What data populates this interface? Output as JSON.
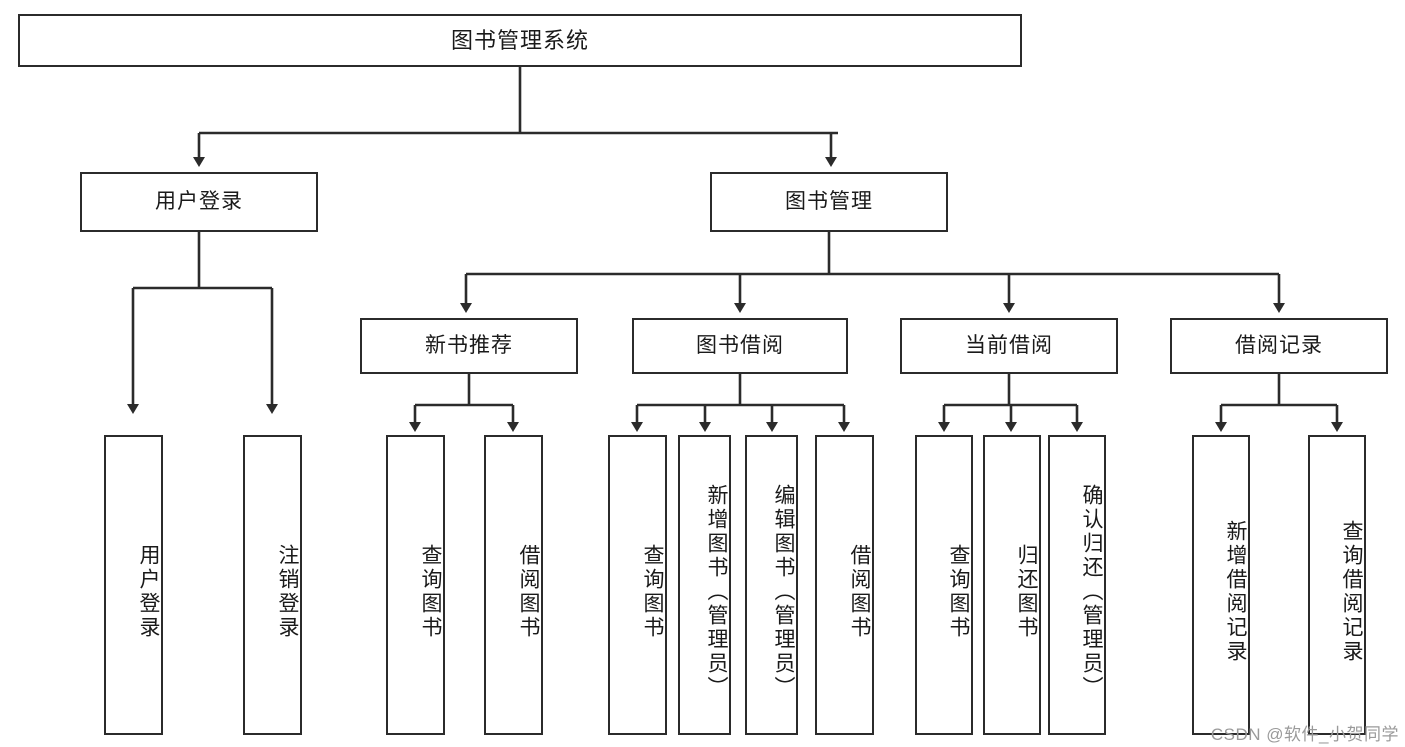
{
  "diagram": {
    "title": "图书管理系统",
    "type": "tree-hierarchy",
    "watermark": "CSDN @软件_小贺同学",
    "colors": {
      "stroke": "#2b2b2b",
      "fill": "#ffffff",
      "text": "#1a1a1a",
      "watermark": "#9a9a9a"
    },
    "nodes": {
      "root": {
        "label": "图书管理系统"
      },
      "level2": [
        {
          "id": "user-login",
          "label": "用户登录"
        },
        {
          "id": "book-manage",
          "label": "图书管理"
        }
      ],
      "level3": [
        {
          "id": "new-book-recommend",
          "label": "新书推荐"
        },
        {
          "id": "book-borrow",
          "label": "图书借阅"
        },
        {
          "id": "current-borrow",
          "label": "当前借阅"
        },
        {
          "id": "borrow-record",
          "label": "借阅记录"
        }
      ],
      "leaves": [
        {
          "id": "leaf-user-login",
          "parent": "user-login",
          "label": "用户登录"
        },
        {
          "id": "leaf-user-logout",
          "parent": "user-login",
          "label": "注销登录"
        },
        {
          "id": "leaf-query-book-1",
          "parent": "new-book-recommend",
          "label": "查询图书"
        },
        {
          "id": "leaf-borrow-book-1",
          "parent": "new-book-recommend",
          "label": "借阅图书"
        },
        {
          "id": "leaf-query-book-2",
          "parent": "book-borrow",
          "label": "查询图书"
        },
        {
          "id": "leaf-add-book",
          "parent": "book-borrow",
          "label": "新增图书（管理员）"
        },
        {
          "id": "leaf-edit-book",
          "parent": "book-borrow",
          "label": "编辑图书（管理员）"
        },
        {
          "id": "leaf-borrow-book-2",
          "parent": "book-borrow",
          "label": "借阅图书"
        },
        {
          "id": "leaf-query-book-3",
          "parent": "current-borrow",
          "label": "查询图书"
        },
        {
          "id": "leaf-return-book",
          "parent": "current-borrow",
          "label": "归还图书"
        },
        {
          "id": "leaf-confirm-return",
          "parent": "current-borrow",
          "label": "确认归还（管理员）"
        },
        {
          "id": "leaf-add-record",
          "parent": "borrow-record",
          "label": "新增借阅记录"
        },
        {
          "id": "leaf-query-record",
          "parent": "borrow-record",
          "label": "查询借阅记录"
        }
      ]
    }
  }
}
